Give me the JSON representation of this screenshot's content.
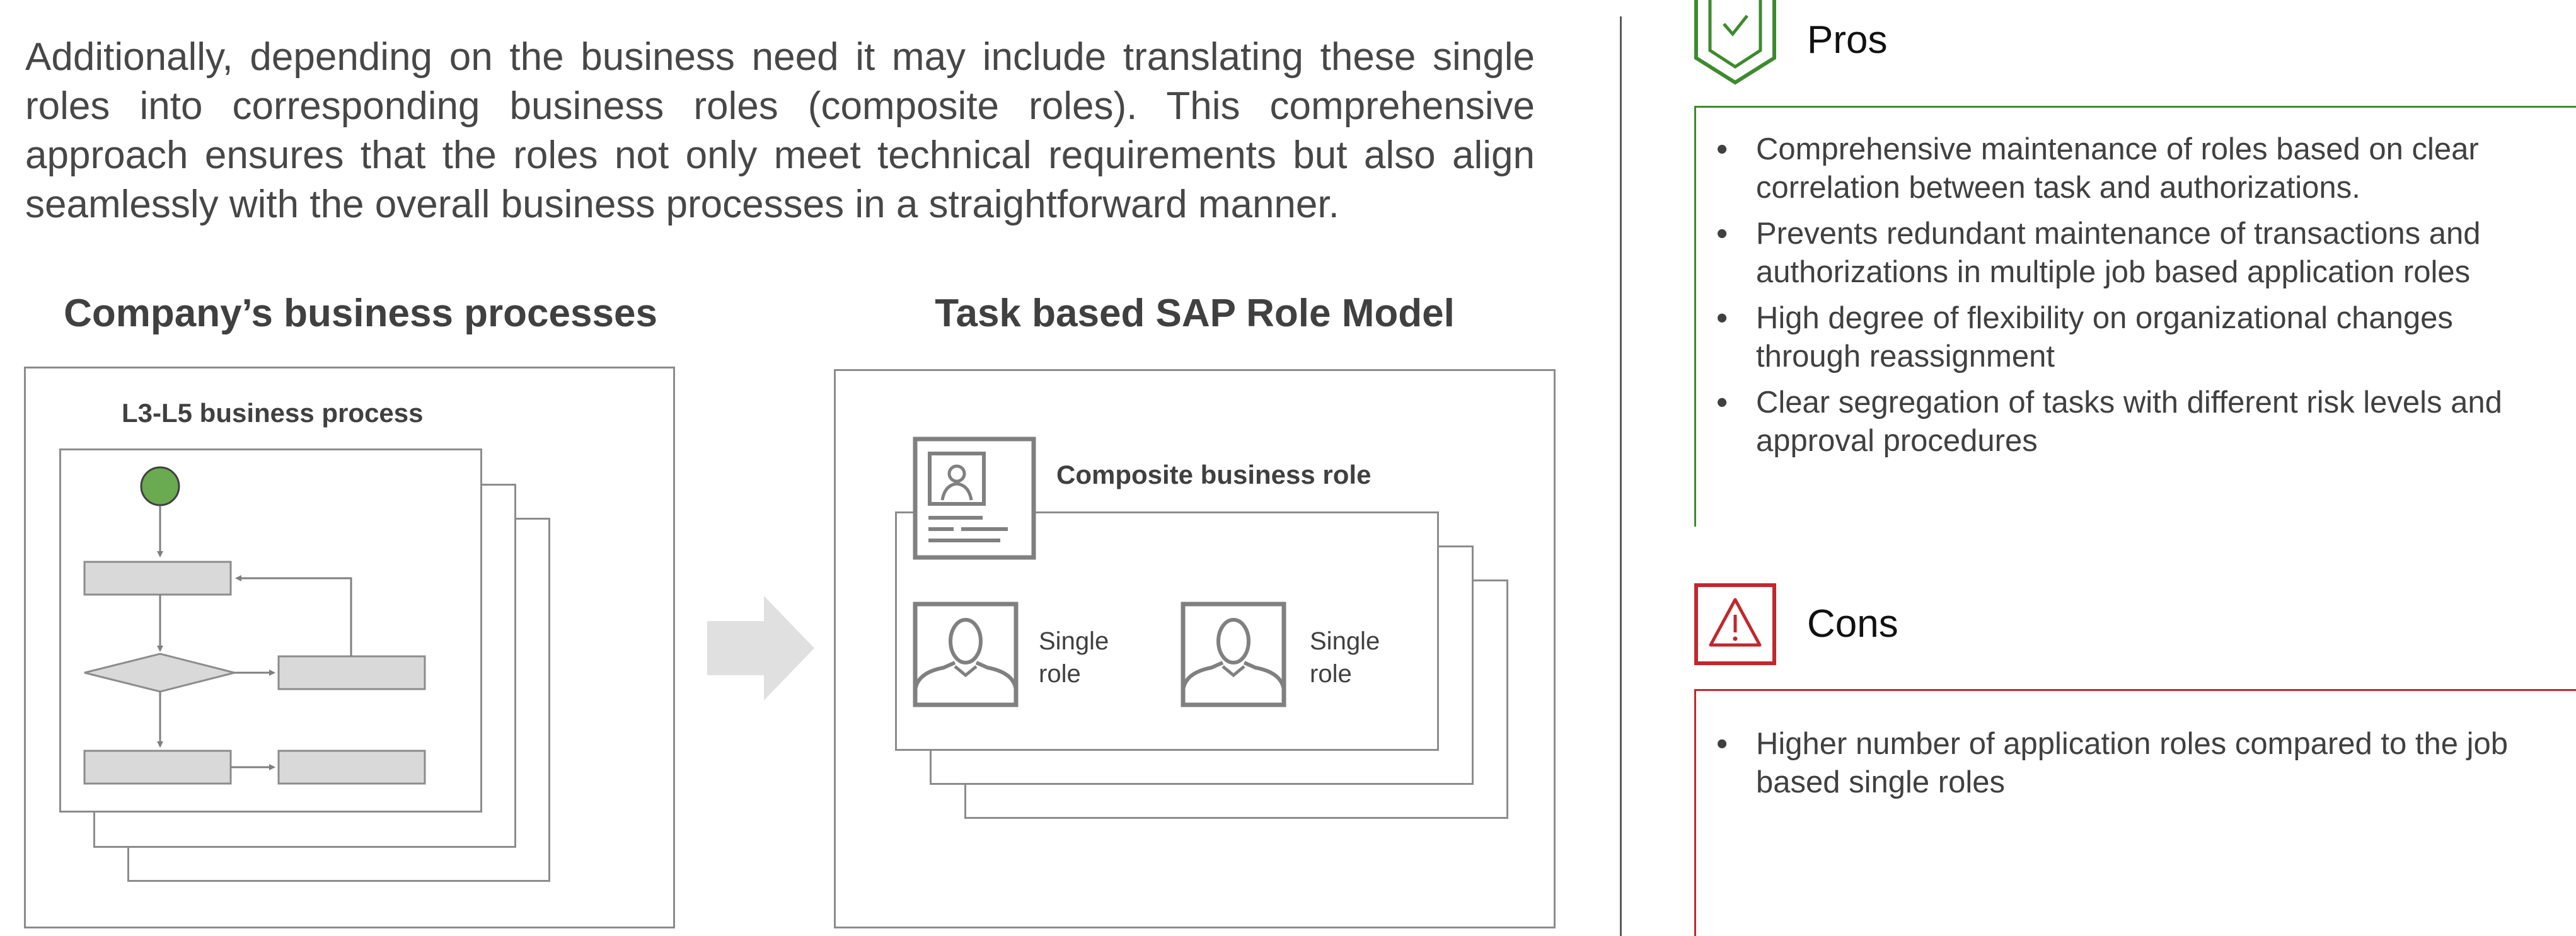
{
  "intro": {
    "text": "Additionally, depending on the business need it may include translating these single roles into corresponding business roles (composite roles). This comprehensive approach ensures that the roles not only meet technical requirements but also align seamlessly with the overall business processes in a straightforward manner."
  },
  "left_panel": {
    "heading": "Company’s business processes",
    "process_label": "L3-L5 business process"
  },
  "right_panel": {
    "heading": "Task based SAP Role Model",
    "composite_label": "Composite business role",
    "single_role_1": "Single role",
    "single_role_2": "Single role"
  },
  "pros": {
    "title": "Pros",
    "icon": "shield-check-icon",
    "color": "#3e8a2e",
    "items": [
      "Comprehensive maintenance of roles based on clear correlation between task and authorizations.",
      "Prevents redundant maintenance of transactions and authorizations in multiple job based application roles",
      "High degree of flexibility on organizational changes through reassignment",
      "Clear segregation of tasks with different risk levels and approval procedures"
    ]
  },
  "cons": {
    "title": "Cons",
    "icon": "warning-triangle-icon",
    "color": "#c0282d",
    "items": [
      "Higher number of application roles compared to the job based single roles"
    ]
  },
  "colors": {
    "flow_start": "#6aaa50",
    "flow_shape_fill": "#d9d9d9",
    "frame_gray": "#8c8c8c",
    "arrow_gray": "#e0e0e0"
  }
}
